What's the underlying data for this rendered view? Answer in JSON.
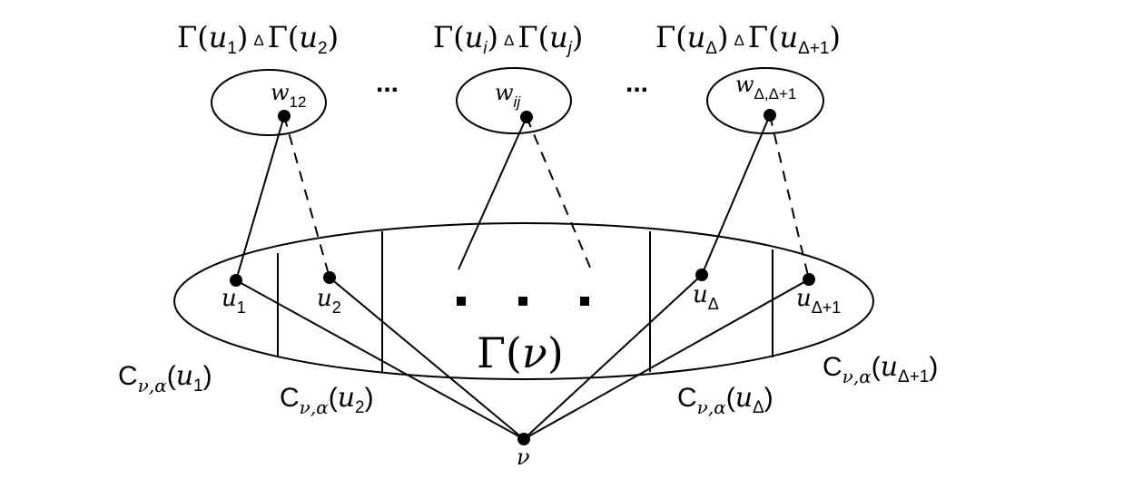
{
  "diagram": {
    "colors": {
      "stroke": "#000000",
      "background": "#ffffff"
    },
    "set_labels": [
      {
        "a": "u",
        "a_sub": "1",
        "op": "Δ",
        "b": "u",
        "b_sub": "2"
      },
      {
        "a": "u",
        "a_sub": "i",
        "op": "Δ",
        "b": "u",
        "b_sub": "j"
      },
      {
        "a": "u",
        "a_sub": "Δ",
        "op": "Δ",
        "b": "u",
        "b_sub": "Δ+1"
      }
    ],
    "gamma": "Γ",
    "witness_vertices": [
      {
        "name": "w",
        "sub": "12"
      },
      {
        "name": "w",
        "sub": "ij"
      },
      {
        "name": "w",
        "sub": "Δ,Δ+1"
      }
    ],
    "ellipsis_top": "...",
    "neighbor_vertices": [
      {
        "name": "u",
        "sub": "1"
      },
      {
        "name": "u",
        "sub": "2"
      },
      {
        "name": "u",
        "sub": "Δ"
      },
      {
        "name": "u",
        "sub": "Δ+1"
      }
    ],
    "neighborhood_label": {
      "gamma": "Γ",
      "arg": "ν"
    },
    "center_vertex": "ν",
    "class_labels": [
      {
        "C": "C",
        "sub": "ν,α",
        "arg": "u",
        "arg_sub": "1"
      },
      {
        "C": "C",
        "sub": "ν,α",
        "arg": "u",
        "arg_sub": "2"
      },
      {
        "C": "C",
        "sub": "ν,α",
        "arg": "u",
        "arg_sub": "Δ"
      },
      {
        "C": "C",
        "sub": "ν,α",
        "arg": "u",
        "arg_sub": "Δ+1"
      }
    ]
  }
}
